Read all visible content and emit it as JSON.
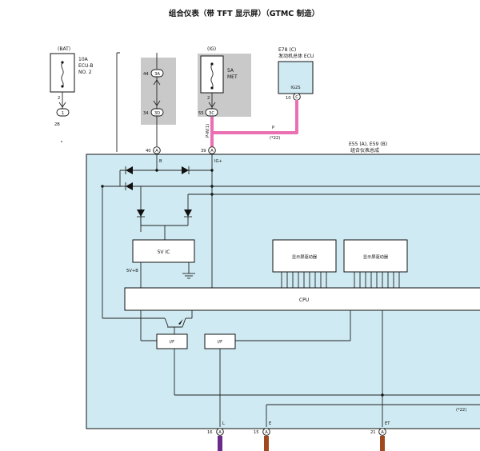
{
  "header": {
    "title": "组合仪表（带 TFT 显示屏）（GTMC 制造）"
  },
  "fuse_bat": {
    "source": "(BAT)",
    "rating": "10A",
    "name_line1": "ECU-B",
    "name_line2": "NO. 2",
    "pin_top": "2",
    "connector": "1",
    "note": "2B"
  },
  "connector_a": {
    "top_pin": "44",
    "top_label": "3A",
    "bottom_pin": "34",
    "bottom_label": "3D"
  },
  "fuse_ig": {
    "source": "(IG)",
    "rating": "5A",
    "name": "MET",
    "pin_top": "2",
    "pin_num": "55",
    "connector": "3C"
  },
  "ecu": {
    "ref": "E78 (C)",
    "name": "发动机总体 ECU",
    "terminal": "IG2S",
    "pin": "10",
    "pin_conn": "C"
  },
  "wires": {
    "pink_vertical": "P-W(1)",
    "pink_horizontal": "P",
    "pink_note": "(*22)"
  },
  "meter": {
    "ref": "E55 (A), E59 (B)",
    "name": "组合仪表总成",
    "pin40": "40",
    "pin40_conn": "A",
    "pin40_label": "B",
    "pin39": "39",
    "pin39_conn": "A",
    "pin39_label": "IG+",
    "ic_label": "5V IC",
    "ic_out": "5V+B",
    "driver1": "显示屏驱动器",
    "driver2": "显示屏驱动器",
    "cpu": "CPU",
    "if1": "I/F",
    "if2": "I/F",
    "note": "(*22)"
  },
  "bottom_pins": [
    {
      "pin": "16",
      "conn": "A",
      "label": "L",
      "color": "#6a2a8c"
    },
    {
      "pin": "15",
      "conn": "A",
      "label": "E",
      "color": "#a0491f"
    },
    {
      "pin": "21",
      "conn": "A",
      "label": "ET",
      "color": "#a0491f"
    }
  ],
  "colors": {
    "panel": "#cfeaf2",
    "pink_wire": "#ea6fb3",
    "grey_box": "#c9c9c9",
    "purple_wire": "#6a2a8c",
    "brown_wire": "#a0491f"
  }
}
